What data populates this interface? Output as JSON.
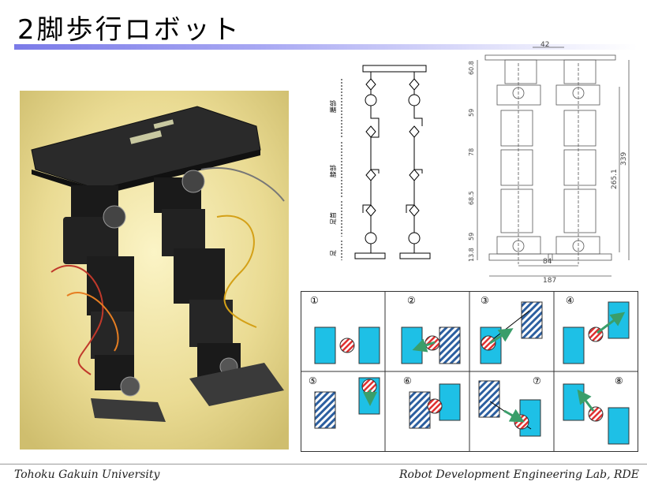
{
  "slide": {
    "title": "2脚歩行ロボット"
  },
  "leg_diagram": {
    "labels": [
      "腰部",
      "膝部",
      "足首",
      "足"
    ]
  },
  "dimension_drawing": {
    "dims": {
      "top_width": "42",
      "d1": "60.8",
      "d2": "59",
      "d3": "78",
      "d4": "68.5",
      "d5": "59",
      "d6": "13.8",
      "inner_height": "265.1",
      "total_height": "339",
      "foot_spacing": "84",
      "total_width": "187"
    }
  },
  "gait_steps": {
    "labels": [
      "①",
      "②",
      "③",
      "④",
      "⑤",
      "⑥",
      "⑦",
      "⑧"
    ]
  },
  "footer": {
    "left": "Tohoku Gakuin University",
    "right": "Robot Development Engineering Lab, RDE"
  },
  "colors": {
    "accent_bar": "#7b7be8",
    "foot_blue": "#1ec0e6",
    "arrow_green": "#3a9e6a",
    "cog_red": "#e03030"
  }
}
